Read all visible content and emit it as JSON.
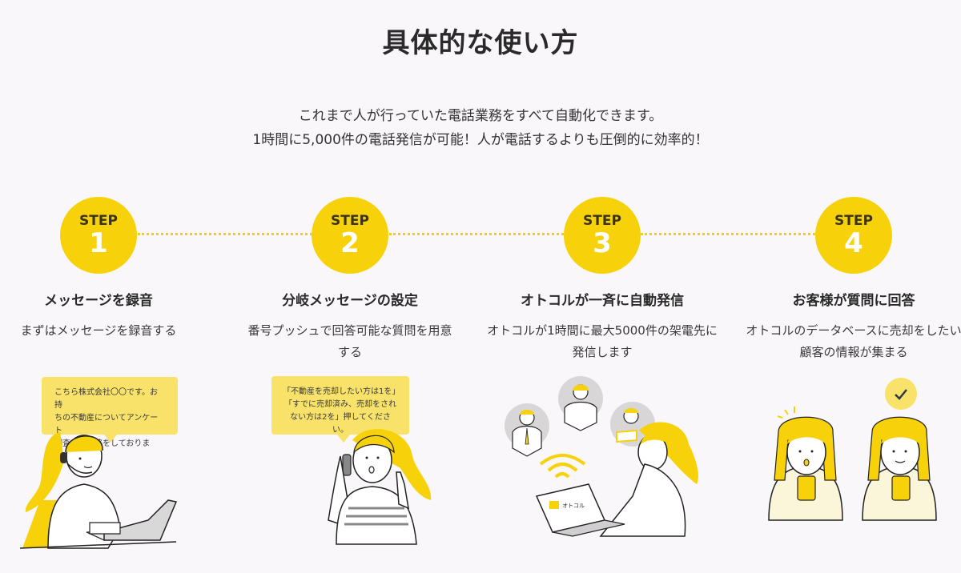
{
  "section": {
    "title": "具体的な使い方",
    "lead": [
      "これまで人が行っていた電話業務をすべて自動化できます。",
      "1時間に5,000件の電話発信が可能！人が電話するよりも圧倒的に効率的！"
    ]
  },
  "colors": {
    "accent": "#f7d10a",
    "bubble": "#f8e26a",
    "background": "#f9f7f9",
    "text": "#2a2a2a"
  },
  "steps": [
    {
      "label": "STEP",
      "number": "1",
      "title": "メッセージを録音",
      "description": "まずはメッセージを録音する",
      "bubble": [
        "こちら株式会社〇〇です。お持",
        "ちの不動産についてアンケート",
        "調査のご連絡をしております。"
      ],
      "illustration": "woman-with-headset-at-laptop"
    },
    {
      "label": "STEP",
      "number": "2",
      "title": "分岐メッセージの設定",
      "description": "番号プッシュで回答可能な質問を用意する",
      "bubble": [
        "「不動産を売却したい方は1を」",
        "「すでに売却済み、売却をされ",
        "ない方は2を」押してください。"
      ],
      "illustration": "woman-on-phone-pointing"
    },
    {
      "label": "STEP",
      "number": "3",
      "title": "オトコルが一斉に自動発信",
      "description": "オトコルが1時間に最大5000件の架電先に発信します",
      "laptop_logo": "オトコル",
      "illustration": "woman-at-laptop-calling-contacts"
    },
    {
      "label": "STEP",
      "number": "4",
      "title": "お客様が質問に回答",
      "description": "オトコルのデータベースに売却をしたい顧客の情報が集まる",
      "illustration": "customers-answering-on-smartphones"
    }
  ]
}
